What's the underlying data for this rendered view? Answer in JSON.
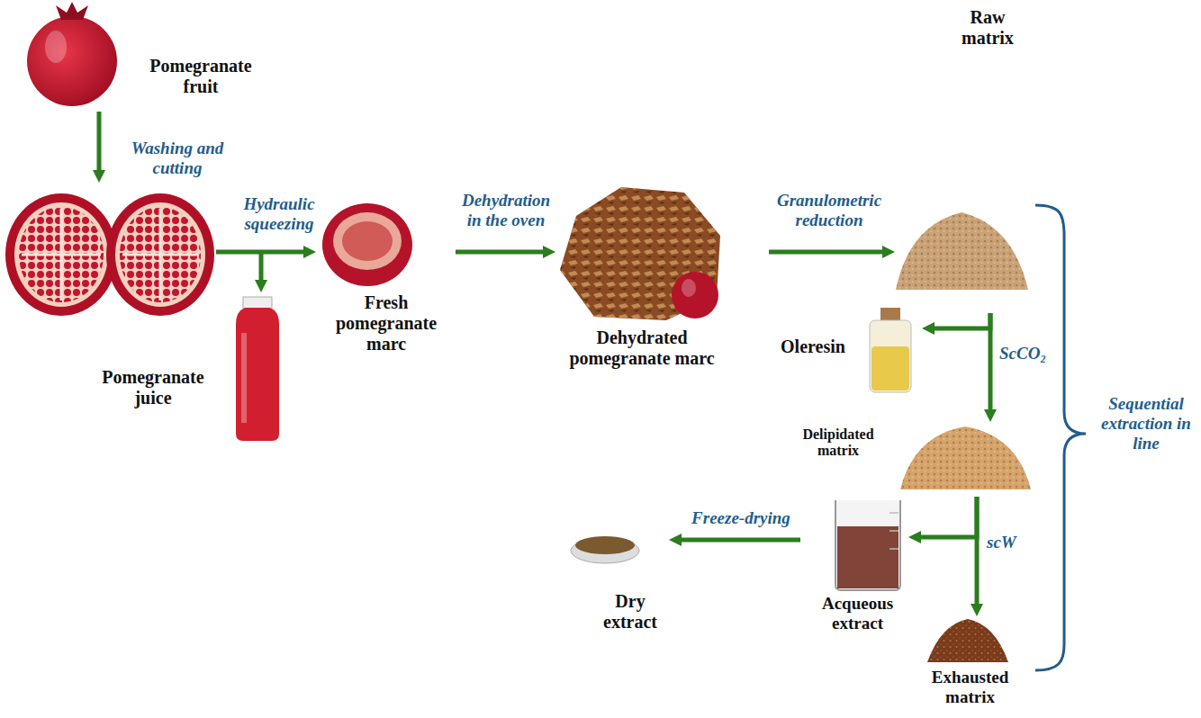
{
  "diagram": {
    "nodes": [
      {
        "text": [
          "Pomegranate fruit"
        ]
      },
      {
        "text": [
          "Pomegranate juice"
        ]
      },
      {
        "text": [
          "Fresh pomegranate marc"
        ]
      },
      {
        "text": [
          "Dehydrated pomegranate marc"
        ]
      },
      {
        "text": [
          "Raw matrix"
        ]
      },
      {
        "text": [
          "Oleresin"
        ]
      },
      {
        "text": [
          "Delipidated matrix"
        ]
      },
      {
        "text": [
          "Acqueous extract"
        ]
      },
      {
        "text": [
          "Exhausted matrix"
        ]
      },
      {
        "text": [
          "Dry extract"
        ]
      }
    ],
    "edges": [
      {
        "from": 2,
        "to": 3,
        "arrow": "to",
        "label": "Dehydration in the oven"
      },
      {
        "from": 3,
        "to": 4,
        "arrow": "to",
        "label": "Granulometric reduction"
      },
      {
        "from": 4,
        "to": 5,
        "arrow": "to"
      },
      {
        "from": 4,
        "to": 6,
        "arrow": "to",
        "label": "ScCO₂"
      },
      {
        "from": 6,
        "to": 7,
        "arrow": "to"
      },
      {
        "from": 6,
        "to": 8,
        "arrow": "to",
        "label": "scW"
      },
      {
        "from": 7,
        "to": 9,
        "arrow": "to",
        "label": "Freeze-drying"
      }
    ],
    "labels": [
      "Washing and cutting",
      "Hydraulic squeezing",
      "Sequential extraction in line"
    ]
  }
}
